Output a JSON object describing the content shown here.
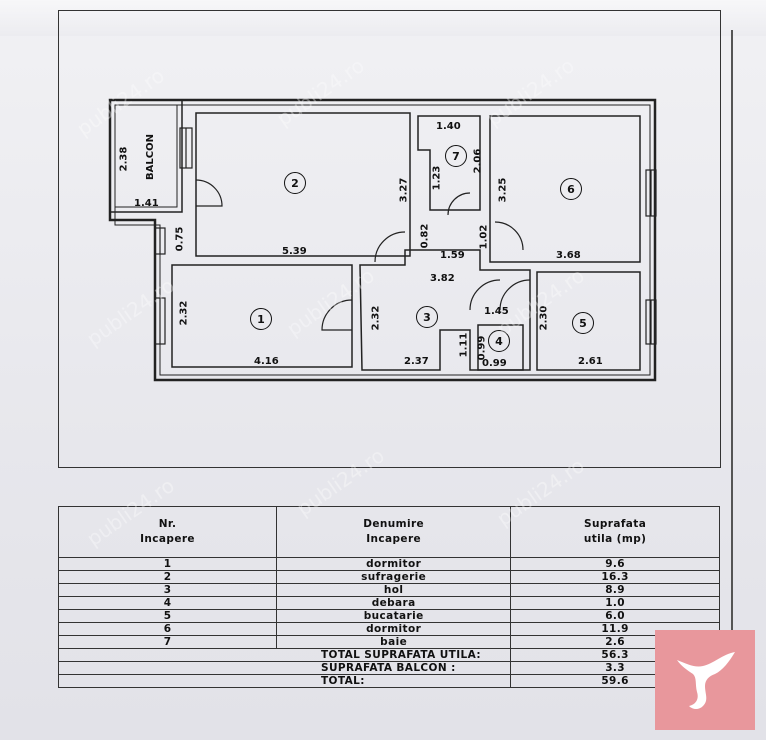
{
  "watermark": "publi24.ro",
  "plan": {
    "balcony_label": "BALCON",
    "dims": {
      "balcon_h": "2.38",
      "balcon_w": "1.41",
      "d_075": "0.75",
      "r2_w": "5.39",
      "r2_h": "3.27",
      "r7_w": "1.40",
      "r7_h1": "1.23",
      "r7_h2": "2.06",
      "d_082": "0.82",
      "d_159": "1.59",
      "d_102": "1.02",
      "r6_h": "3.25",
      "r6_w": "3.68",
      "hall_w": "3.82",
      "r1_h": "2.32",
      "r1_w": "4.16",
      "r3_h": "2.32",
      "r3_w": "2.37",
      "d_111": "1.11",
      "d_145": "1.45",
      "r4_h": "0.99",
      "r4_w": "0.99",
      "r5_h": "2.30",
      "r5_w": "2.61"
    },
    "rooms": [
      "1",
      "2",
      "3",
      "4",
      "5",
      "6",
      "7"
    ]
  },
  "table": {
    "headers": {
      "nr": "Nr.\nIncapere",
      "name": "Denumire\nIncapere",
      "area": "Suprafata\nutila (mp)"
    },
    "rows": [
      {
        "nr": "1",
        "name": "dormitor",
        "area": "9.6"
      },
      {
        "nr": "2",
        "name": "sufragerie",
        "area": "16.3"
      },
      {
        "nr": "3",
        "name": "hol",
        "area": "8.9"
      },
      {
        "nr": "4",
        "name": "debara",
        "area": "1.0"
      },
      {
        "nr": "5",
        "name": "bucatarie",
        "area": "6.0"
      },
      {
        "nr": "6",
        "name": "dormitor",
        "area": "11.9"
      },
      {
        "nr": "7",
        "name": "baie",
        "area": "2.6"
      }
    ],
    "totals": [
      {
        "label": "TOTAL SUPRAFATA UTILA:",
        "value": "56.3"
      },
      {
        "label": "SUPRAFATA BALCON :",
        "value": "3.3"
      },
      {
        "label": "TOTAL:",
        "value": "59.6"
      }
    ]
  },
  "logo_color": "#e8979c"
}
